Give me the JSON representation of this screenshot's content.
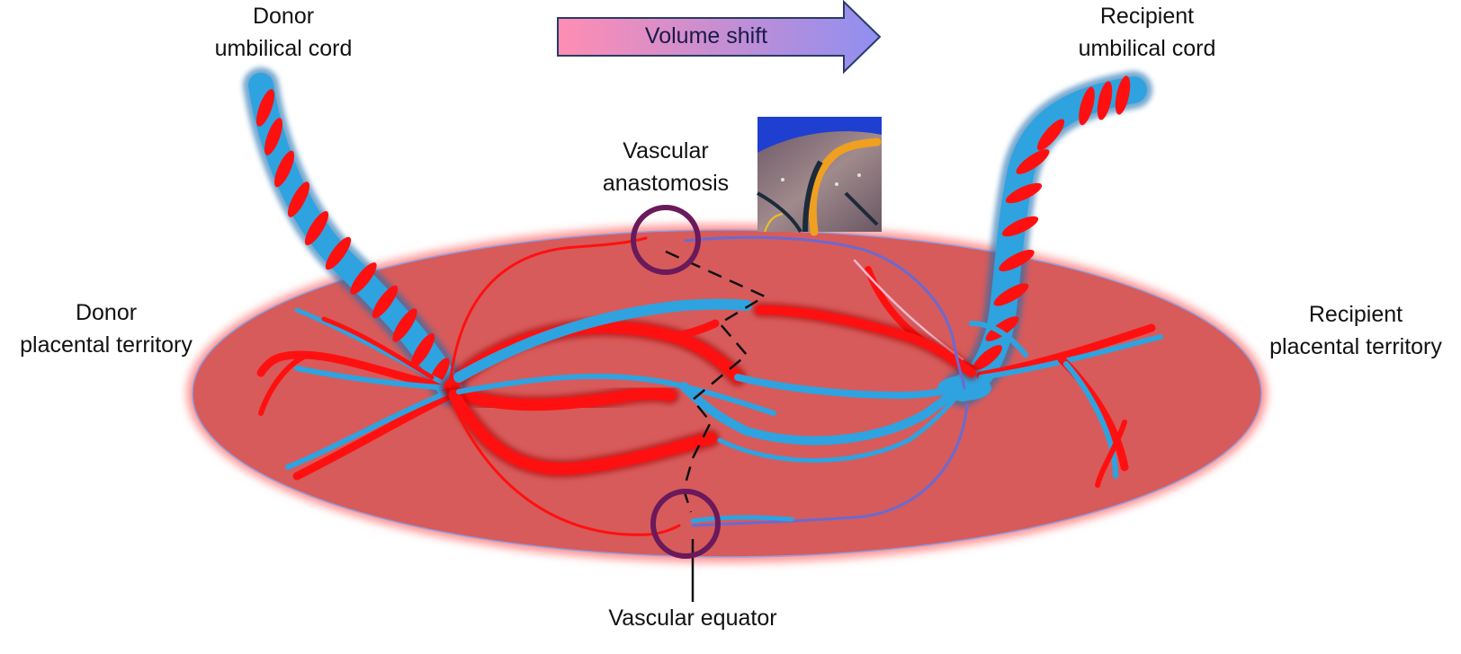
{
  "labels": {
    "donor_cord": [
      "Donor",
      "umbilical cord"
    ],
    "recipient_cord": [
      "Recipient",
      "umbilical cord"
    ],
    "donor_territory": [
      "Donor",
      "placental territory"
    ],
    "recipient_territory": [
      "Recipient",
      "placental territory"
    ],
    "anastomosis": [
      "Vascular",
      "anastomosis"
    ],
    "equator": "Vascular equator",
    "volume_shift": "Volume shift"
  },
  "colors": {
    "placenta_fill": "#d75b5b",
    "placenta_glow": "#ff8f8f",
    "artery": "#ff1010",
    "vein": "#2ea3e0",
    "circle": "#6a1a5a",
    "arrow_start": "#ff8db3",
    "arrow_end": "#8f8ff0"
  },
  "icons": {
    "photo": "placenta-photo-inset"
  }
}
